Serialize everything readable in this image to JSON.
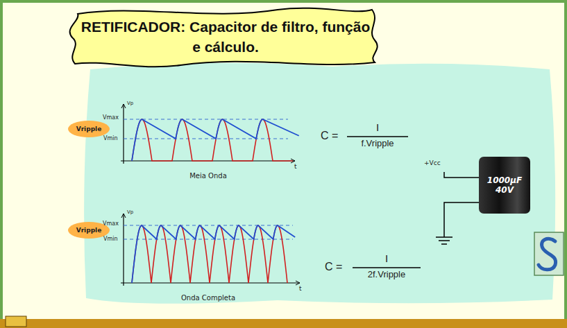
{
  "diagram": {
    "title": "RETIFICADOR: Capacitor de filtro, função e cálculo.",
    "nodes": [
      {
        "text": [
          "Vripple"
        ]
      },
      {
        "text": [
          "1000µF 40V"
        ]
      },
      {
        "text": [
          "Vripple"
        ]
      }
    ],
    "labels": [
      "Vmax",
      "Vmin",
      "Vp",
      "t",
      "Meia Onda",
      "C =",
      "I",
      "f.Vripple",
      "+Vcc",
      "Vmax",
      "Vmin",
      "Vp",
      "t",
      "Onda Completa",
      "C =",
      "I",
      "2f.Vripple"
    ]
  }
}
